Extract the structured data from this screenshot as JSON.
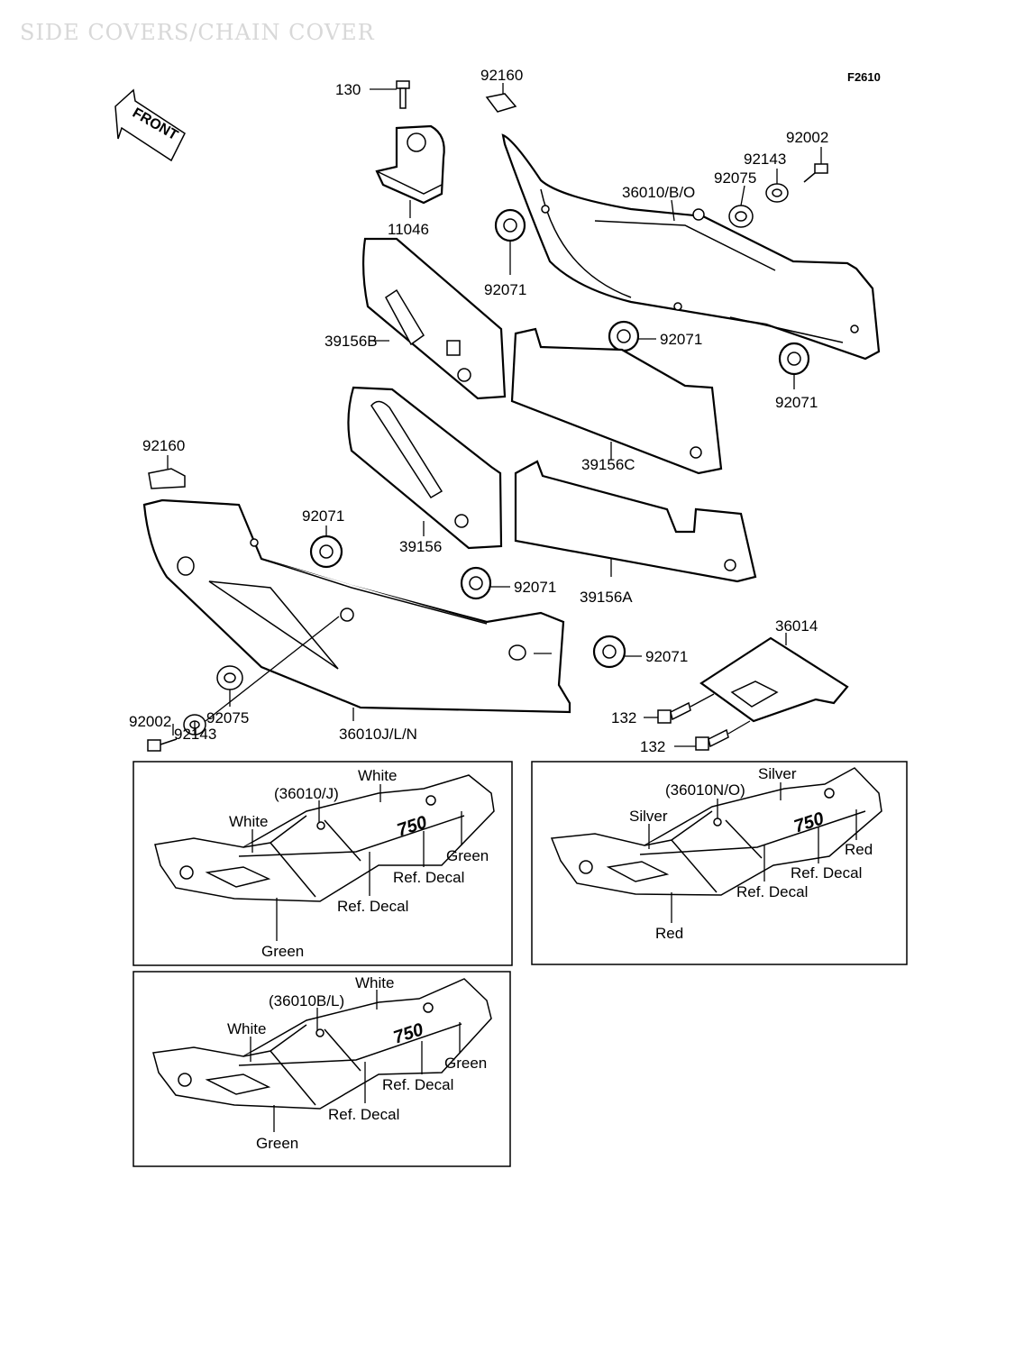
{
  "watermark": "SIDE COVERS/CHAIN COVER",
  "figure_code": "F2610",
  "front_arrow": "FRONT",
  "callouts": {
    "c130": "130",
    "c92160_top": "92160",
    "c11046": "11046",
    "c92002_top": "92002",
    "c92143_top": "92143",
    "c92075_top": "92075",
    "c36010BO": "36010/B/O",
    "c92071_a": "92071",
    "c92071_b": "92071",
    "c92071_c": "92071",
    "c39156B": "39156B",
    "c39156C": "39156C",
    "c92160_left": "92160",
    "c92071_d": "92071",
    "c39156": "39156",
    "c92071_e": "92071",
    "c39156A": "39156A",
    "c36014": "36014",
    "c92071_f": "92071",
    "c92002_left": "92002",
    "c92075_left": "92075",
    "c92143_left": "92143",
    "c36010JLN": "36010J/L/N",
    "c132_a": "132",
    "c132_b": "132"
  },
  "inset_j": {
    "model": "(36010/J)",
    "white_top": "White",
    "white_left": "White",
    "green_right": "Green",
    "ref_decal_a": "Ref. Decal",
    "ref_decal_b": "Ref. Decal",
    "green_bottom": "Green",
    "badge": "750"
  },
  "inset_no": {
    "model": "(36010N/O)",
    "silver_top": "Silver",
    "silver_left": "Silver",
    "red_right": "Red",
    "ref_decal_a": "Ref. Decal",
    "ref_decal_b": "Ref. Decal",
    "red_bottom": "Red",
    "badge": "750"
  },
  "inset_bl": {
    "model": "(36010B/L)",
    "white_top": "White",
    "white_left": "White",
    "green_right": "Green",
    "ref_decal_a": "Ref. Decal",
    "ref_decal_b": "Ref. Decal",
    "green_bottom": "Green",
    "badge": "750"
  }
}
